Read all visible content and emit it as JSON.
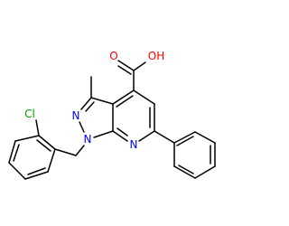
{
  "molecule": {
    "atoms": {
      "carboxyl_carbon": {
        "symbol": "C"
      },
      "carbonyl_oxygen": {
        "label": "O",
        "color": "#ff0000"
      },
      "hydroxyl_group": {
        "label": "OH",
        "color": "#ff0000"
      },
      "pyrazole_n1": {
        "label": "N",
        "color": "#0000ff"
      },
      "pyrazole_n2": {
        "label": "N",
        "color": "#0000ff"
      },
      "pyridine_n": {
        "label": "N",
        "color": "#0000ff"
      },
      "chlorine": {
        "label": "Cl",
        "color": "#00a000"
      }
    },
    "substituents": [
      "methyl",
      "phenyl",
      "2-chlorobenzyl",
      "carboxylic acid"
    ],
    "bond_color": "#000000",
    "background": "#ffffff"
  }
}
